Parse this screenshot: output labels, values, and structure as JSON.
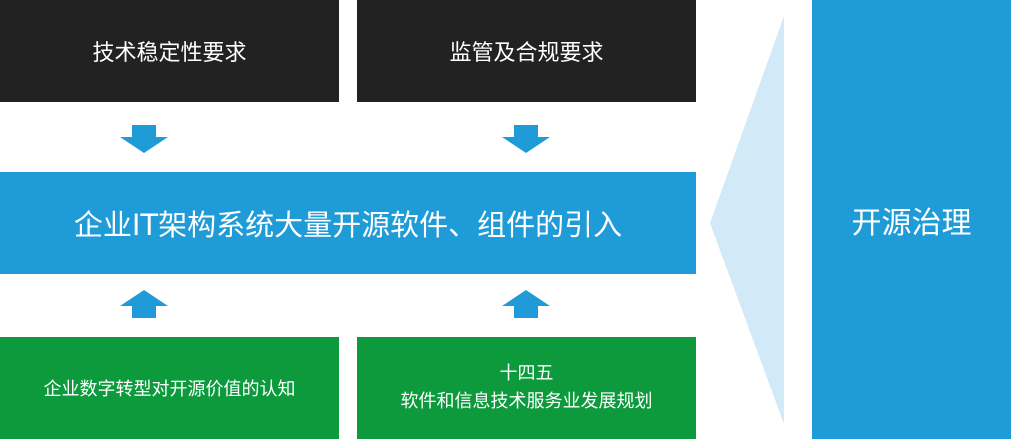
{
  "diagram": {
    "top_left": {
      "label": "技术稳定性要求"
    },
    "top_right": {
      "label": "监管及合规要求"
    },
    "center": {
      "label": "企业IT架构系统大量开源软件、组件的引入"
    },
    "bottom_left": {
      "label": "企业数字转型对开源价值的认知"
    },
    "bottom_right": {
      "line1": "十四五",
      "line2": "软件和信息技术服务业发展规划"
    },
    "right_panel": {
      "label": "开源治理"
    }
  },
  "colors": {
    "dark_box": "#222222",
    "blue": "#1f9bd7",
    "green": "#0c9a3c",
    "light_blue": "#d2eaf7"
  },
  "icons": [
    "arrow-down-icon",
    "arrow-down-icon",
    "arrow-up-icon",
    "arrow-up-icon"
  ]
}
